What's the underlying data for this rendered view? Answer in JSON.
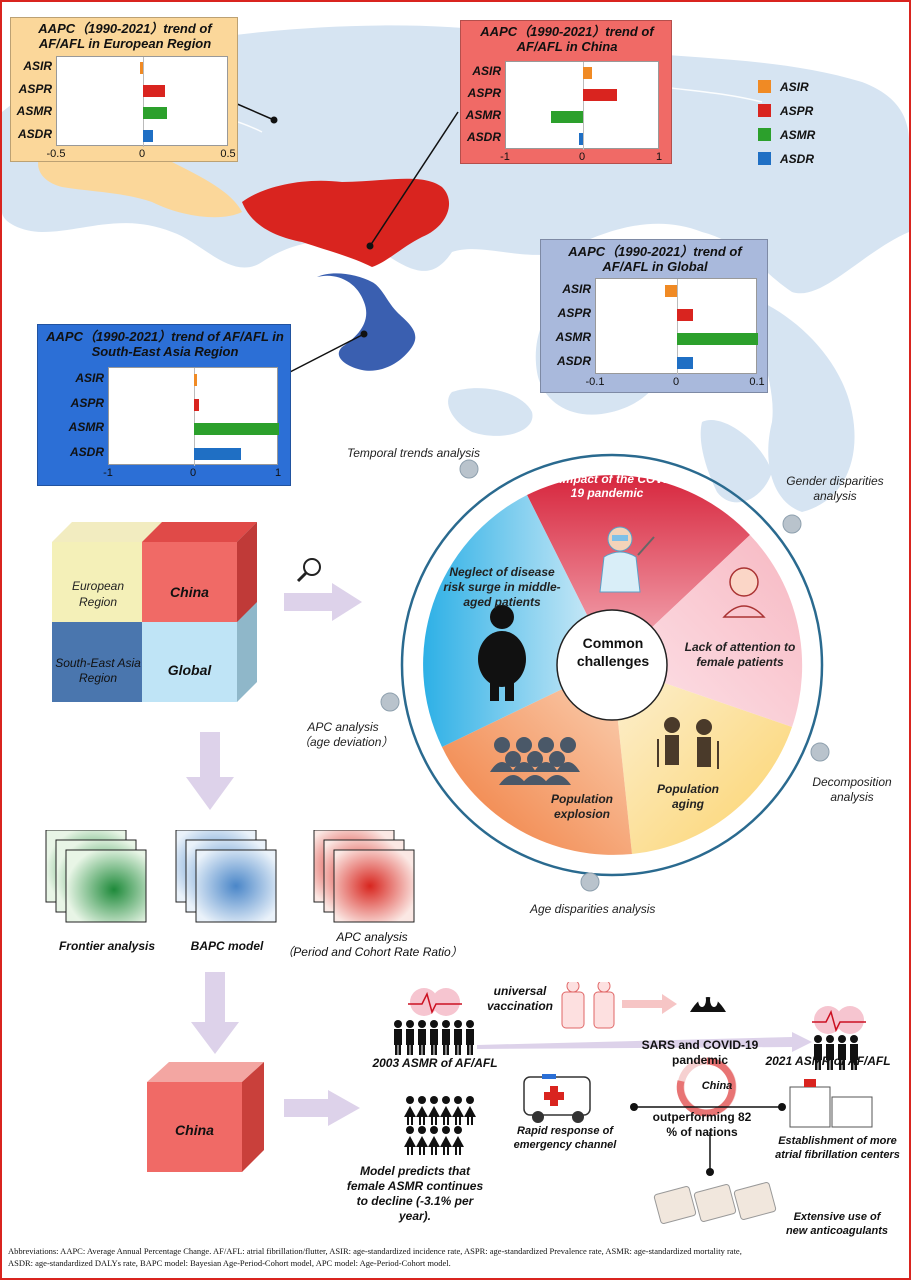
{
  "colors": {
    "asir": "#f08a24",
    "aspr": "#d9241f",
    "asmr": "#2ca02c",
    "asdr": "#1f6fc4",
    "border": "#d9241f"
  },
  "chart_data": [
    {
      "type": "bar",
      "title": "AAPC（1990-2021）trend of AF/AFL in European Region",
      "categories": [
        "ASIR",
        "ASPR",
        "ASMR",
        "ASDR"
      ],
      "values": [
        -0.02,
        0.13,
        0.14,
        0.06
      ],
      "xlim": [
        -0.5,
        0.5
      ],
      "ticks": [
        "-0.5",
        "0",
        "0.5"
      ]
    },
    {
      "type": "bar",
      "title": "AAPC（1990-2021）trend of AF/AFL in China",
      "categories": [
        "ASIR",
        "ASPR",
        "ASMR",
        "ASDR"
      ],
      "values": [
        0.12,
        0.44,
        -0.42,
        -0.05
      ],
      "xlim": [
        -1,
        1
      ],
      "ticks": [
        "-1",
        "0",
        "1"
      ]
    },
    {
      "type": "bar",
      "title": "AAPC（1990-2021）trend of AF/AFL in Global",
      "categories": [
        "ASIR",
        "ASPR",
        "ASMR",
        "ASDR"
      ],
      "values": [
        -0.015,
        0.02,
        0.1,
        0.02
      ],
      "xlim": [
        -0.1,
        0.1
      ],
      "ticks": [
        "-0.1",
        "0",
        "0.1"
      ]
    },
    {
      "type": "bar",
      "title": "AAPC（1990-2021）trend of AF/AFL in South-East Asia Region",
      "categories": [
        "ASIR",
        "ASPR",
        "ASMR",
        "ASDR"
      ],
      "values": [
        0.02,
        0.06,
        1.0,
        0.55
      ],
      "xlim": [
        -1,
        1
      ],
      "ticks": [
        "-1",
        "0",
        "1"
      ]
    }
  ],
  "legend": [
    "ASIR",
    "ASPR",
    "ASMR",
    "ASDR"
  ],
  "cube": {
    "europe": "European Region",
    "china": "China",
    "sea": "South-East Asia Region",
    "global": "Global"
  },
  "circle": {
    "center": "Common challenges",
    "covid": "The impact of the COVID-19 pandemic",
    "female": "Lack of attention to female patients",
    "aging": "Population aging",
    "explosion": "Population explosion",
    "middle": "Neglect of disease risk surge in middle-aged patients"
  },
  "analyses": {
    "temporal": "Temporal trends analysis",
    "gender": "Gender disparities analysis",
    "decomposition": "Decomposition analysis",
    "age": "Age disparities analysis",
    "apc": "APC analysis（age deviation）"
  },
  "methods": {
    "frontier": "Frontier analysis",
    "bapc": "BAPC model",
    "apc": "APC analysis",
    "apc_sub": "（Period and Cohort Rate Ratio）"
  },
  "bottom": {
    "china_cube": "China",
    "vaccination": "universal vaccination",
    "sars": "SARS and COVID-19 pandemic",
    "asmr2003": "2003 ASMR of AF/AFL",
    "asmr2021": "2021 ASMR of AF/AFL",
    "rapid": "Rapid response of emergency channel",
    "china_ring": "China",
    "outperforming": "outperforming 82 % of nations",
    "centers": "Establishment of more atrial fibrillation centers",
    "predict": "Model predicts that female ASMR continues to decline (-3.1% per year).",
    "anticoag": "Extensive use of new anticoagulants"
  },
  "abbreviations": {
    "line1": "Abbreviations: AAPC: Average Annual Percentage Change. AF/AFL: atrial fibrillation/flutter, ASIR: age-standardized incidence rate, ASPR: age-standardized Prevalence rate, ASMR: age-standardized mortality rate,",
    "line2": "ASDR: age-standardized DALYs rate, BAPC model: Bayesian Age-Period-Cohort model, APC model: Age-Period-Cohort model."
  }
}
